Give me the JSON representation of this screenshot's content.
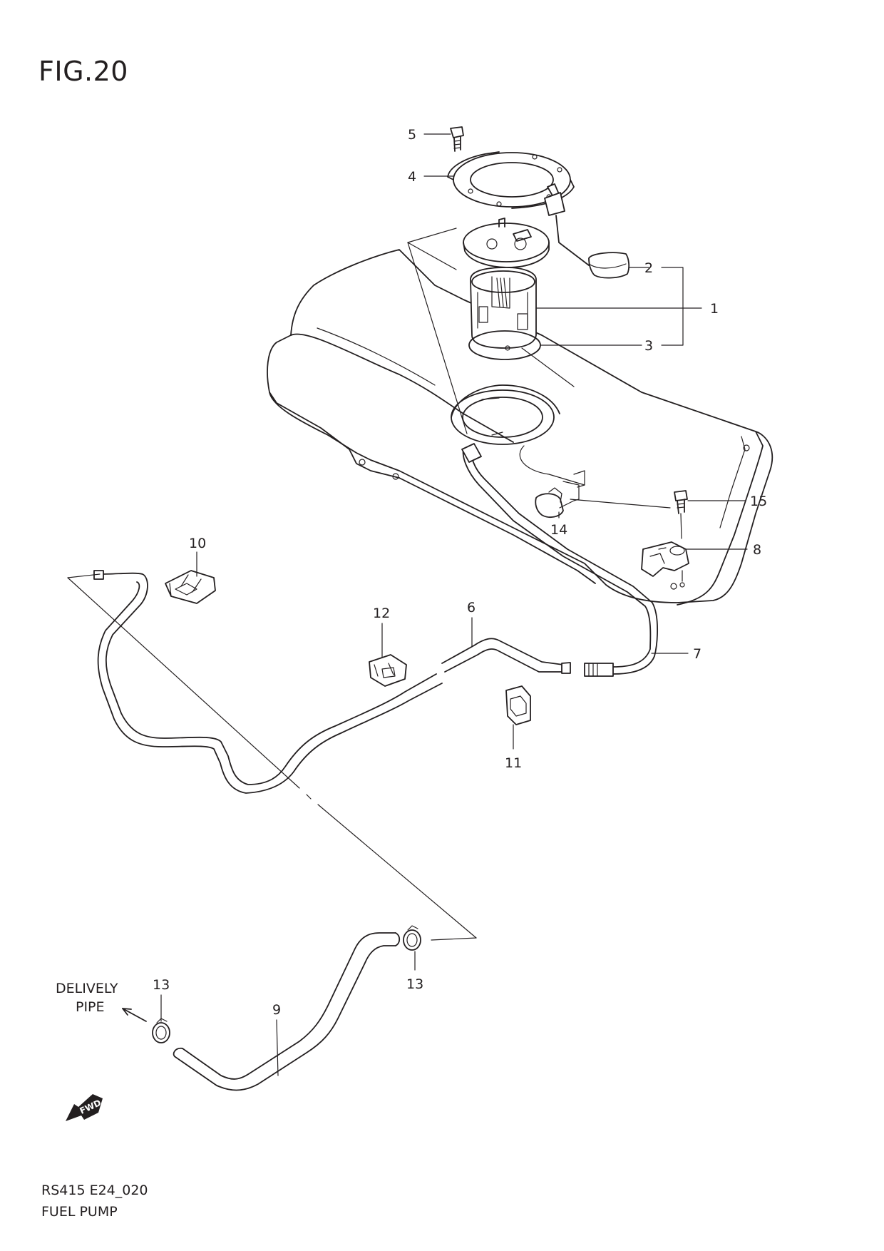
{
  "figure": {
    "title": "FIG.20",
    "model_code": "RS415 E24_020",
    "section_title": "FUEL PUMP"
  },
  "labels": {
    "delivery_line1": "DELIVELY",
    "delivery_line2": "PIPE",
    "fwd_badge": "FWD"
  },
  "callouts": [
    {
      "id": "c1",
      "label": "1"
    },
    {
      "id": "c2",
      "label": "2"
    },
    {
      "id": "c3",
      "label": "3"
    },
    {
      "id": "c4",
      "label": "4"
    },
    {
      "id": "c5",
      "label": "5"
    },
    {
      "id": "c6",
      "label": "6"
    },
    {
      "id": "c7",
      "label": "7"
    },
    {
      "id": "c8",
      "label": "8"
    },
    {
      "id": "c9",
      "label": "9"
    },
    {
      "id": "c10",
      "label": "10"
    },
    {
      "id": "c11",
      "label": "11"
    },
    {
      "id": "c12",
      "label": "12"
    },
    {
      "id": "c13a",
      "label": "13"
    },
    {
      "id": "c13b",
      "label": "13"
    },
    {
      "id": "c14",
      "label": "14"
    },
    {
      "id": "c15",
      "label": "15"
    }
  ],
  "colors": {
    "ink": "#231f20",
    "background": "#ffffff"
  }
}
